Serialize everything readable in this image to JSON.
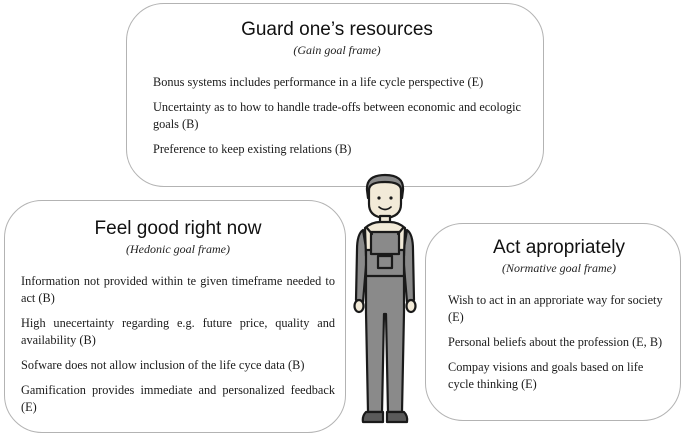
{
  "gain": {
    "title": "Guard one’s resources",
    "subtitle": "(Gain goal frame)",
    "items": [
      "Bonus systems includes performance in a life cycle perspective (E)",
      "Uncertainty as to how to handle trade-offs between economic and ecologic goals (B)",
      "Preference to keep existing relations (B)"
    ]
  },
  "hedonic": {
    "title": "Feel good right now",
    "subtitle": "(Hedonic goal frame)",
    "items": [
      "Information not provided within te given timeframe needed to act (B)",
      "High unecertainty regarding e.g. future price, quality and availability (B)",
      "Sofware does not allow inclusion of the life cyce data (B)",
      "Gamification provides immediate and personalized feedback (E)"
    ]
  },
  "normative": {
    "title": "Act apropriately",
    "subtitle": "(Normative goal frame)",
    "items": [
      "Wish to act in an approriate way for society (E)",
      "Personal beliefs about the profession (E, B)",
      "Compay visions and goals based on life cycle thinking (E)"
    ]
  },
  "figure": {
    "icon": "worker-person-icon",
    "colors": {
      "overall": "#8a8a8a",
      "skin": "#f2ead8",
      "outline": "#1a1a1a"
    }
  }
}
